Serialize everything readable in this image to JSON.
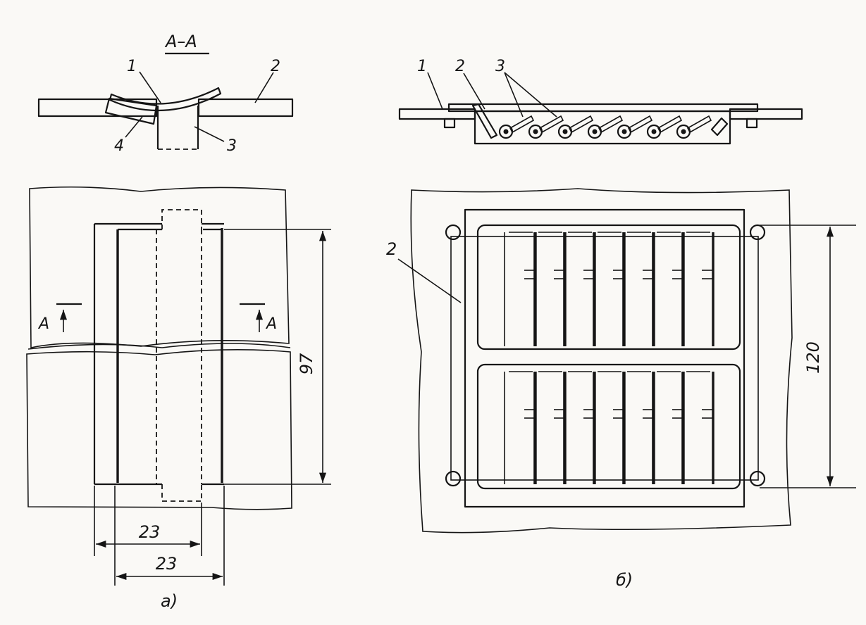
{
  "section_title": "A–A",
  "section_a": {
    "callouts": [
      "1",
      "2",
      "3",
      "4"
    ]
  },
  "section_b": {
    "callouts": [
      "1",
      "2",
      "3"
    ]
  },
  "view_a": {
    "section_marker": "A",
    "dim_height": "97",
    "dim_width_inner": "23",
    "dim_width_outer": "23",
    "caption": "а)"
  },
  "view_b": {
    "callout": "2",
    "dim_height": "120",
    "caption": "б)"
  },
  "colors": {
    "ink": "#151515",
    "paper": "#faf9f6"
  }
}
